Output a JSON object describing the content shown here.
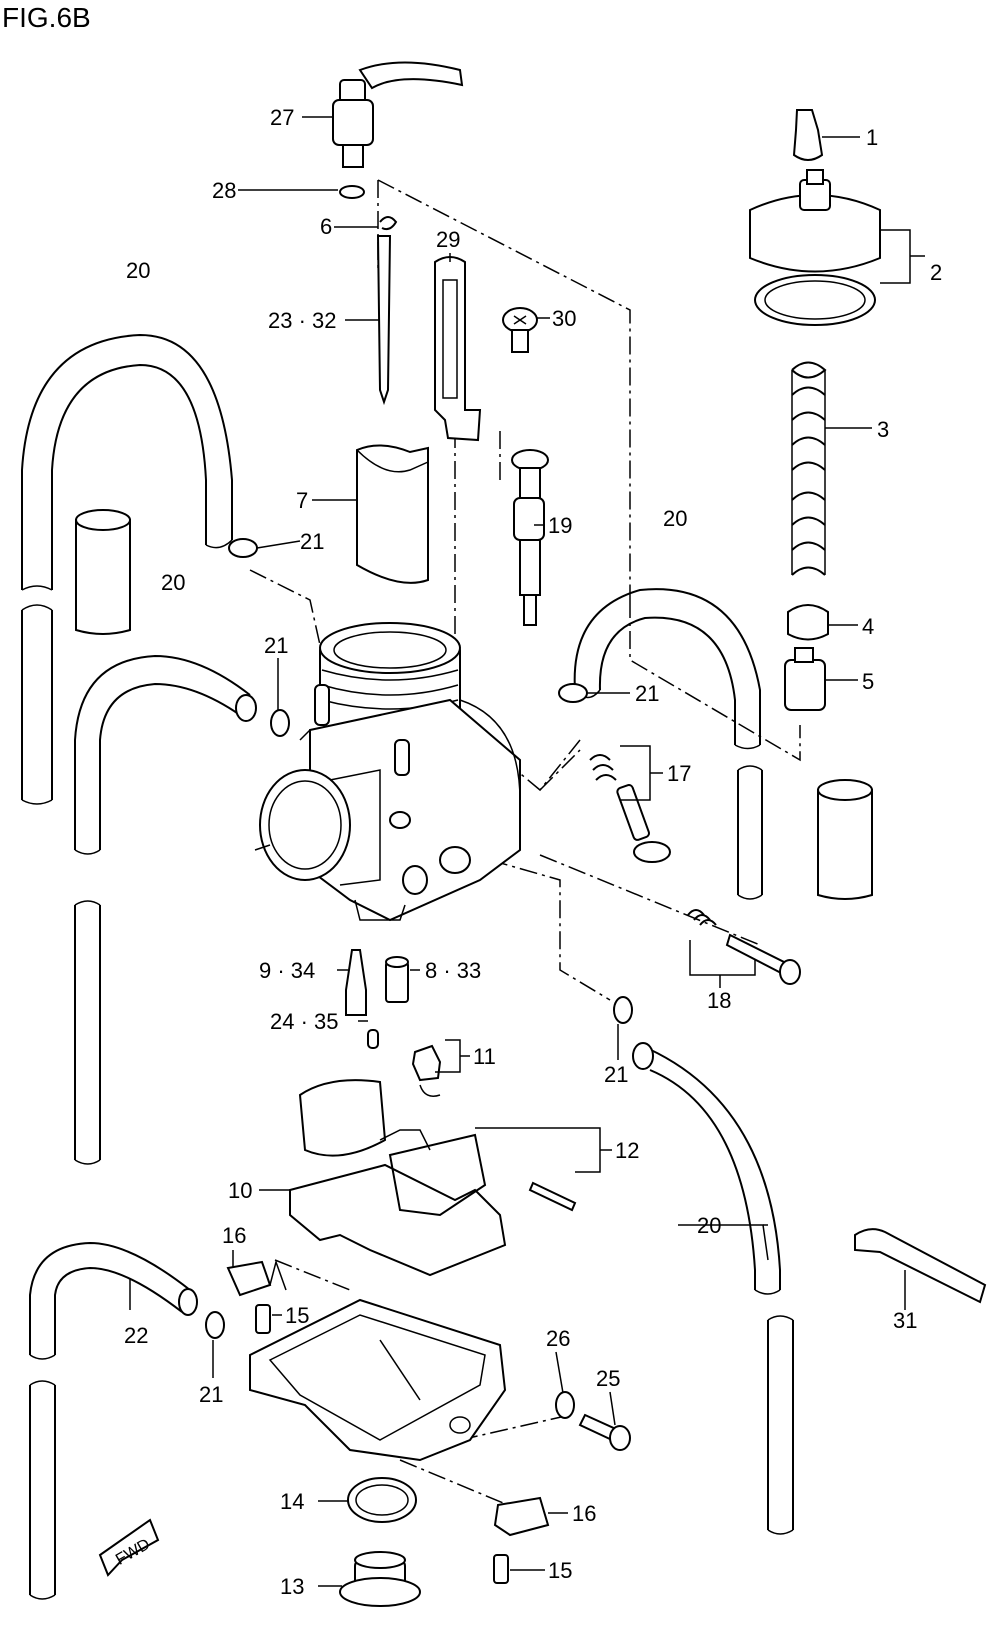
{
  "figure": {
    "title": "FIG.6B"
  },
  "fwd_badge": "FWD",
  "callouts": {
    "c1": "1",
    "c2": "2",
    "c3": "3",
    "c4": "4",
    "c5": "5",
    "c6": "6",
    "c7": "7",
    "c8_33": "8 · 33",
    "c9_34": "9 · 34",
    "c10": "10",
    "c11": "11",
    "c12": "12",
    "c13": "13",
    "c14": "14",
    "c15a": "15",
    "c15b": "15",
    "c16a": "16",
    "c16b": "16",
    "c17": "17",
    "c18": "18",
    "c19": "19",
    "c20a": "20",
    "c20b": "20",
    "c20c": "20",
    "c20d": "20",
    "c21a": "21",
    "c21b": "21",
    "c21c": "21",
    "c21d": "21",
    "c21e": "21",
    "c22": "22",
    "c23_32": "23 · 32",
    "c24_35": "24 · 35",
    "c25": "25",
    "c26": "26",
    "c27": "27",
    "c28": "28",
    "c29": "29",
    "c30": "30",
    "c31": "31"
  }
}
